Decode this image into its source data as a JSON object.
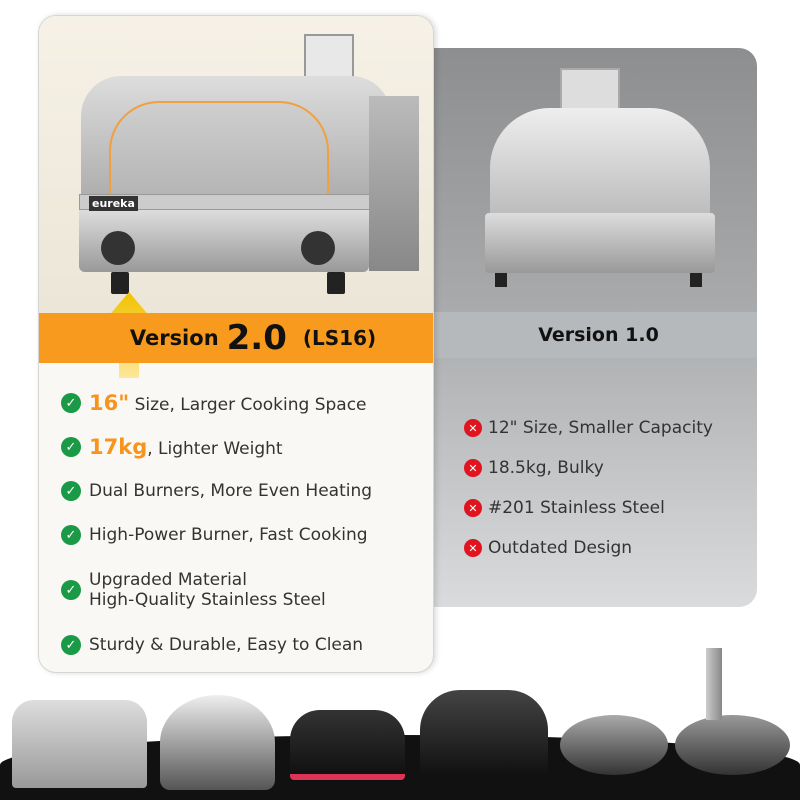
{
  "new_version": {
    "label_word": "Version",
    "label_number": "2.0",
    "model": "(LS16)",
    "brand_logo": "eureka",
    "features": [
      {
        "highlight": "16\"",
        "text": " Size, Larger Cooking Space"
      },
      {
        "highlight": "17kg",
        "text": ", Lighter Weight"
      },
      {
        "text": "Dual Burners, More Even Heating"
      },
      {
        "text": "High-Power Burner, Fast Cooking"
      },
      {
        "line1": "Upgraded Material",
        "line2": "High-Quality Stainless Steel"
      },
      {
        "text": "Sturdy & Durable, Easy to Clean"
      }
    ]
  },
  "old_version": {
    "label": "Version 1.0",
    "drawbacks": [
      "12\" Size, Smaller Capacity",
      "18.5kg, Bulky",
      "#201 Stainless Steel",
      "Outdated Design"
    ]
  },
  "icons": {
    "check": "✓",
    "cross": "✕"
  },
  "colors": {
    "accent": "#f79a1e",
    "check": "#1a9a46",
    "cross": "#e0141e"
  }
}
